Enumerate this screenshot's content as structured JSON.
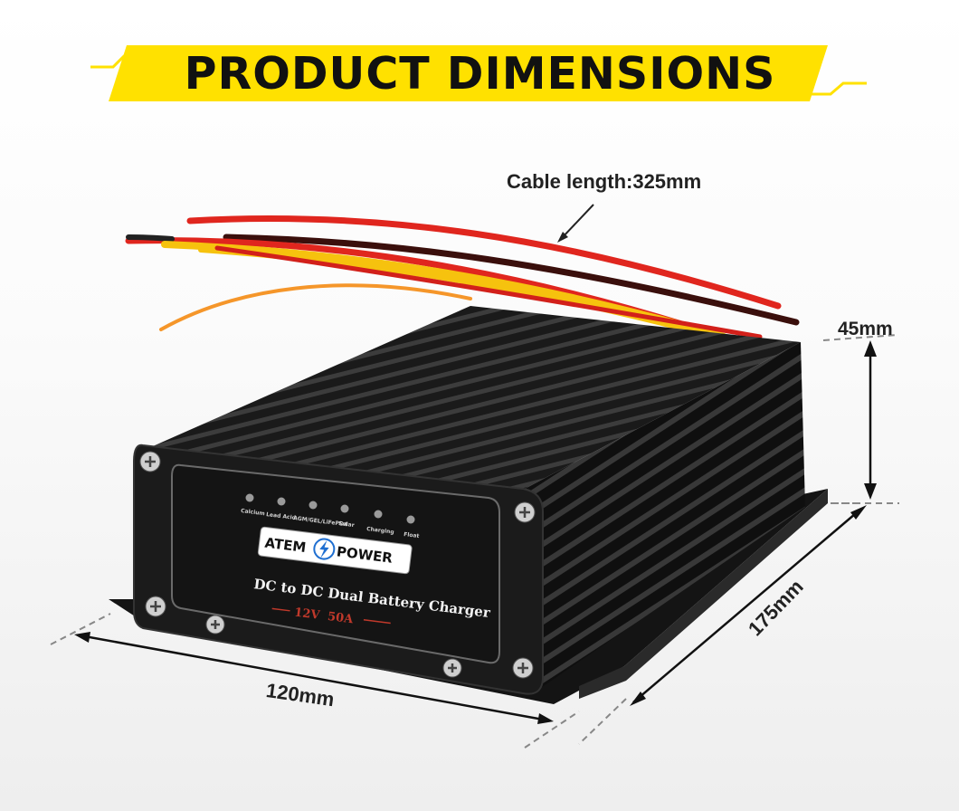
{
  "banner": {
    "title": "PRODUCT DIMENSIONS",
    "color": "#FFE100"
  },
  "dimensions": {
    "cable_length": "Cable length:325mm",
    "height": "45mm",
    "width": "120mm",
    "depth": "175mm"
  },
  "product": {
    "brand_left": "ATEM",
    "brand_right": "POWER",
    "product_name": "DC to DC Dual Battery Charger",
    "voltage": "12V",
    "current": "50A",
    "indicators": [
      "Calcium",
      "Lead Acid",
      "AGM/GEL/LiFePO4",
      "Solar",
      "Charging",
      "Float"
    ]
  },
  "colors": {
    "housing": "#1c1c1c",
    "wire_red": "#e0261e",
    "wire_yellow": "#f6c20e",
    "wire_orange": "#f5962a",
    "accent_red": "#c0392b"
  }
}
